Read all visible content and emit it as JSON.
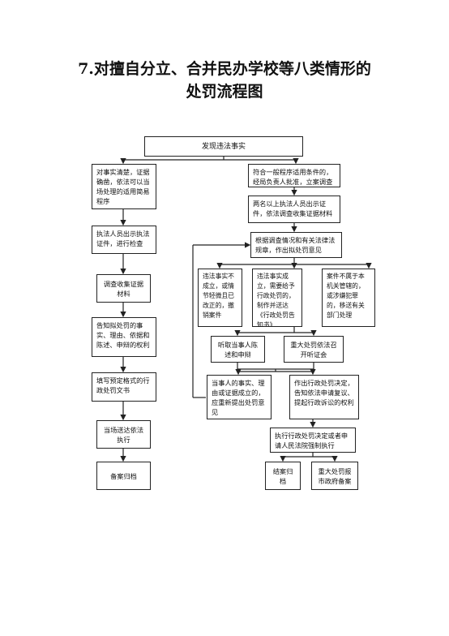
{
  "title": {
    "line1": "7.对擅自分立、合并民办学校等八类情形的",
    "line2": "处罚流程图"
  },
  "nodes": {
    "discover": "发现违法事实",
    "simple_facts": "对事实清楚，证据确凿，依法可以当场处理的适用简易程序",
    "show_id": "执法人员出示执法证件，进行检查",
    "collect": "调查收集证据材料",
    "notify_rights": "告知拟处罚的事实、理由、依据和陈述、申辩的权利",
    "fill_form": "填写预定格式的行政处罚文书",
    "deliver": "当场送达依法执行",
    "archive_left": "备案归档",
    "general": "符合一般程序适用条件的，经局负责人批准，立案调查",
    "two_officers": "两名以上执法人员出示证件，依法调查收集证据材料",
    "opinion": "根据调查情况和有关法律法规章，作出拟处罚意见",
    "no_penalty": "违法事实不成立，或情节轻微且已改正的，撤销案件",
    "penalty_needed": "违法事实成立，需要给予行政处罚的，制作并送达《行政处罚告知书》",
    "not_ours": "案件不属于本机关管辖的，或涉嫌犯罪的，移送有关部门处理",
    "hear": "听取当事人陈述和申辩",
    "hearing": "重大处罚依法召开听证会",
    "new_evidence": "当事人的事实、理由或证据成立的，应重新提出处罚意见",
    "decision": "作出行政处罚决定，告知依法申请复议、提起行政诉讼的权利",
    "execute": "执行行政处罚决定或者申请人民法院强制执行",
    "archive_right": "结案归档",
    "report": "重大处罚报市政府备案"
  }
}
